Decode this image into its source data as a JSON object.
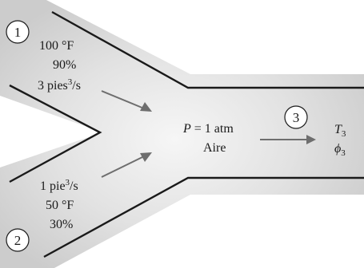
{
  "inlet_1": {
    "number": "1",
    "temperature": "100 °F",
    "humidity": "90%",
    "flow_value": "3 pies",
    "flow_exp": "3",
    "flow_unit": "/s"
  },
  "inlet_2": {
    "number": "2",
    "flow_value": "1 pie",
    "flow_exp": "3",
    "flow_unit": "/s",
    "temperature": "50 °F",
    "humidity": "30%"
  },
  "mixing": {
    "pressure_symbol": "P",
    "pressure_value": " = 1 atm",
    "fluid": "Aire"
  },
  "outlet_3": {
    "number": "3",
    "temp_symbol": "T",
    "temp_sub": "3",
    "rh_symbol": "ϕ",
    "rh_sub": "3"
  },
  "colors": {
    "duct_fill": "#cfcfcf",
    "wall": "#1a1a1a",
    "arrow": "#6e6e6e",
    "background": "#ffffff"
  }
}
